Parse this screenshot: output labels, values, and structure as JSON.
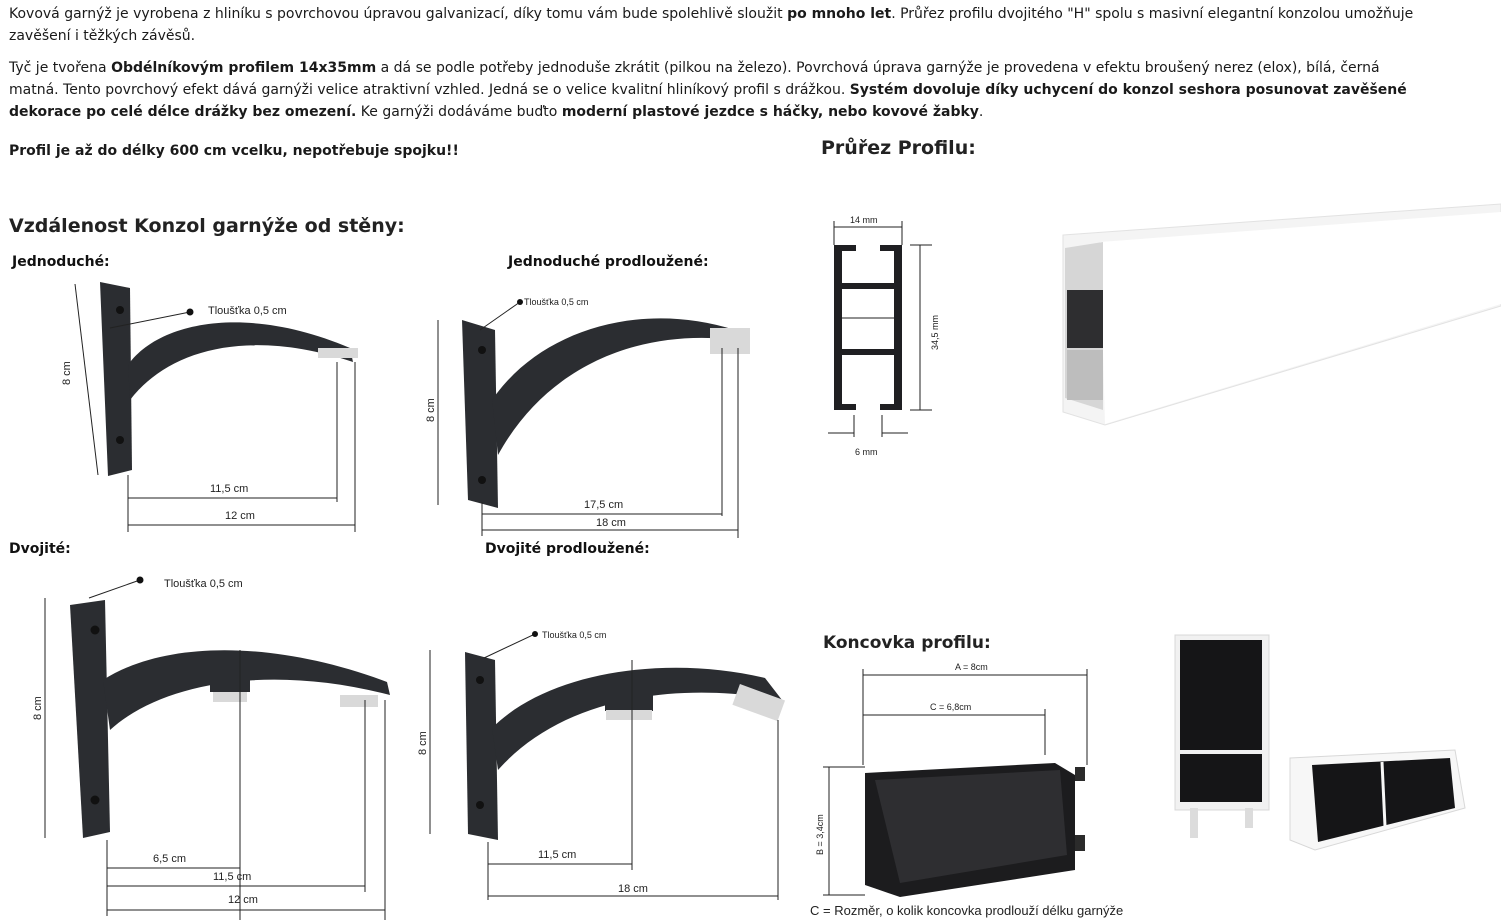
{
  "intro": {
    "p1_a": "Kovová garnýž je vyrobena z hliníku s povrchovou úpravou galvanizací, díky tomu vám bude spolehlivě sloužit ",
    "p1_b": "po mnoho let",
    "p1_c": ". Průřez profilu dvojitého \"H\" spolu s masivní elegantní konzolou umožňuje zavěšení i těžkých závěsů.",
    "p2_a": " Tyč je tvořena ",
    "p2_b": "Obdélníkovým profilem 14x35mm",
    "p2_c": " a dá se podle potřeby jednoduše zkrátit (pilkou na železo). Povrchová úprava garnýže je provedena v efektu broušený nerez (elox), bílá, černá matná. Tento povrchový efekt dává garnýži velice atraktivní vzhled. Jedná se o velice kvalitní hliníkový profil s drážkou. ",
    "p2_d": "Systém dovoluje díky uchycení do konzol seshora posunovat zavěšené dekorace po celé délce drážky bez omezení.",
    "p2_e": " Ke garnýži dodáváme buďto ",
    "p2_f": "moderní plastové jezdce s háčky, nebo kovové žabky",
    "p2_g": ".",
    "p3": "Profil je až do délky 600 cm vcelku, nepotřebuje spojku!!"
  },
  "headings": {
    "prurez": "Průřez Profilu:",
    "vzdalenost": "Vzdálenost Konzol garnýže od stěny:",
    "koncovka": "Koncovka profilu:"
  },
  "subheadings": {
    "jednoduche": "Jednoduché:",
    "jednoduche_prodl": "Jednoduché prodloužené:",
    "dvojite": "Dvojité:",
    "dvojite_prodl": "Dvojité prodloužené:"
  },
  "diagram_labels": {
    "tloustka": "Tloušťka 0,5 cm",
    "h8": "8 cm",
    "d115": "11,5 cm",
    "d12": "12 cm",
    "d175": "17,5 cm",
    "d18": "18 cm",
    "d65": "6,5 cm",
    "w14": "14 mm",
    "h345": "34,5 mm",
    "w6": "6 mm",
    "a8": "A = 8cm",
    "c68": "C = 6,8cm",
    "b34": "B = 3,4cm",
    "c_note": "C = Rozměr, o kolik koncovka prodlouží délku garnýže"
  },
  "colors": {
    "bracket": "#2b2d31",
    "profile": "#1f1f22",
    "white_rail": "#f4f4f4"
  }
}
